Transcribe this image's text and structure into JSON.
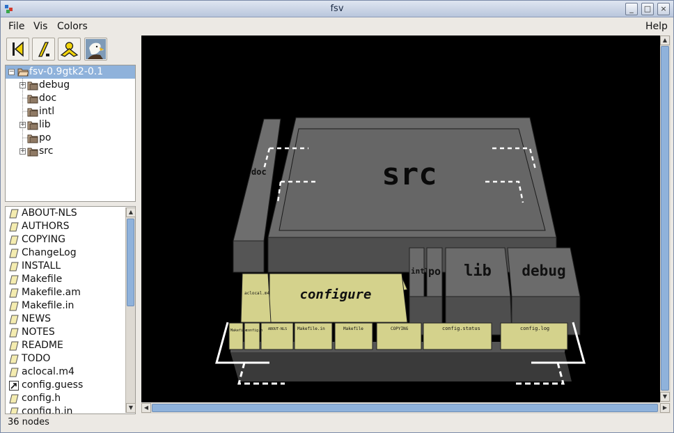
{
  "window": {
    "title": "fsv"
  },
  "menu": {
    "file": "File",
    "vis": "Vis",
    "colors": "Colors",
    "help": "Help"
  },
  "toolbar": {
    "back_icon": "back-to-start-icon",
    "cd_up_icon": "cd-up-icon",
    "bird_eye_icon": "birdseye-icon",
    "eagle_icon": "eagle-view-icon"
  },
  "tree": {
    "root": "fsv-0.9gtk2-0.1",
    "items": [
      {
        "label": "debug",
        "expandable": true
      },
      {
        "label": "doc",
        "expandable": false
      },
      {
        "label": "intl",
        "expandable": false
      },
      {
        "label": "lib",
        "expandable": true
      },
      {
        "label": "po",
        "expandable": false
      },
      {
        "label": "src",
        "expandable": true
      }
    ]
  },
  "files": [
    {
      "label": "ABOUT-NLS",
      "type": "file"
    },
    {
      "label": "AUTHORS",
      "type": "file"
    },
    {
      "label": "COPYING",
      "type": "file"
    },
    {
      "label": "ChangeLog",
      "type": "file"
    },
    {
      "label": "INSTALL",
      "type": "file"
    },
    {
      "label": "Makefile",
      "type": "file"
    },
    {
      "label": "Makefile.am",
      "type": "file"
    },
    {
      "label": "Makefile.in",
      "type": "file"
    },
    {
      "label": "NEWS",
      "type": "file"
    },
    {
      "label": "NOTES",
      "type": "file"
    },
    {
      "label": "README",
      "type": "file"
    },
    {
      "label": "TODO",
      "type": "file"
    },
    {
      "label": "aclocal.m4",
      "type": "file"
    },
    {
      "label": "config.guess",
      "type": "link"
    },
    {
      "label": "config.h",
      "type": "file"
    },
    {
      "label": "config.h.in",
      "type": "file"
    }
  ],
  "status": {
    "text": "36 nodes"
  },
  "scene": {
    "src_label": "src",
    "doc_label": "doc",
    "intl_label": "intl",
    "po_label": "po",
    "lib_label": "lib",
    "debug_label": "debug",
    "configure_label": "configure",
    "small_labels": [
      "aclocal.m4",
      "Makefile",
      "config.h",
      "ABOUT-NLS",
      "Makefile.in",
      "Makefile",
      "COPYING",
      "config.status",
      "config.log"
    ]
  },
  "colors": {
    "folder": "#6b6b6b",
    "file": "#d4d28c",
    "selection": "#8fb2db"
  }
}
